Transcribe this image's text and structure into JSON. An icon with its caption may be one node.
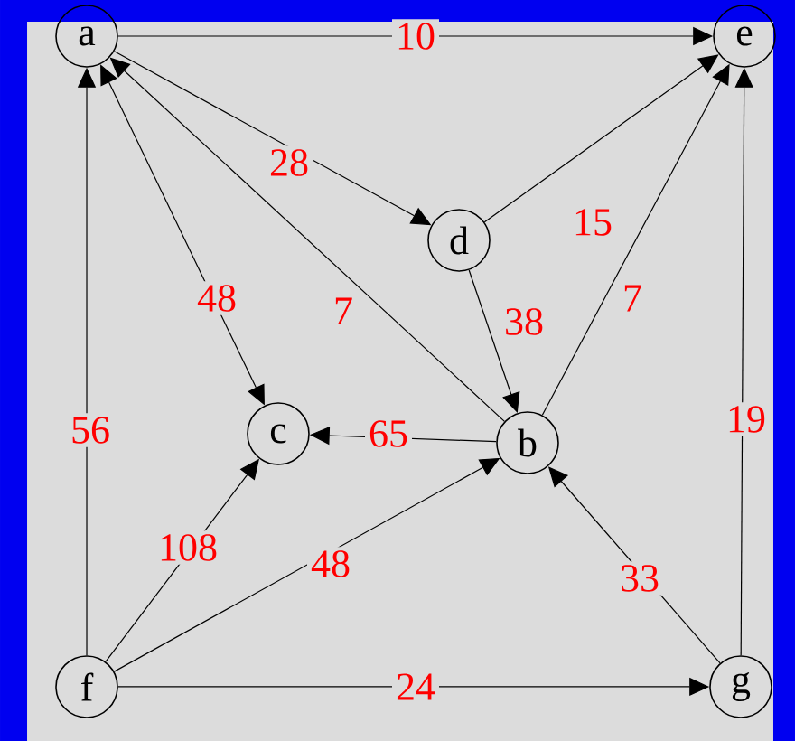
{
  "diagram": {
    "nodes": [
      {
        "text": [
          "a"
        ]
      },
      {
        "text": [
          "e"
        ]
      },
      {
        "text": [
          "d"
        ]
      },
      {
        "text": [
          "c"
        ]
      },
      {
        "text": [
          "b"
        ]
      },
      {
        "text": [
          "f"
        ]
      },
      {
        "text": [
          "g"
        ]
      }
    ],
    "edges": [
      {
        "from": 0,
        "to": 1,
        "arrow": "to",
        "label": "10"
      },
      {
        "from": 0,
        "to": 2,
        "arrow": "to",
        "label": "28"
      },
      {
        "from": 2,
        "to": 1,
        "arrow": "to",
        "label": "15"
      },
      {
        "from": 0,
        "to": 3,
        "arrow": "both",
        "label": "48"
      },
      {
        "from": 4,
        "to": 0,
        "arrow": "to",
        "label": "7"
      },
      {
        "from": 2,
        "to": 4,
        "arrow": "to",
        "label": "38"
      },
      {
        "from": 4,
        "to": 1,
        "arrow": "to",
        "label": "7"
      },
      {
        "from": 5,
        "to": 0,
        "arrow": "to",
        "label": "56"
      },
      {
        "from": 4,
        "to": 3,
        "arrow": "to",
        "label": "65"
      },
      {
        "from": 6,
        "to": 1,
        "arrow": "to",
        "label": "19"
      },
      {
        "from": 5,
        "to": 3,
        "arrow": "to",
        "label": "108"
      },
      {
        "from": 5,
        "to": 4,
        "arrow": "to",
        "label": "48"
      },
      {
        "from": 6,
        "to": 4,
        "arrow": "to",
        "label": "33"
      },
      {
        "from": 5,
        "to": 6,
        "arrow": "to",
        "label": "24"
      }
    ]
  }
}
